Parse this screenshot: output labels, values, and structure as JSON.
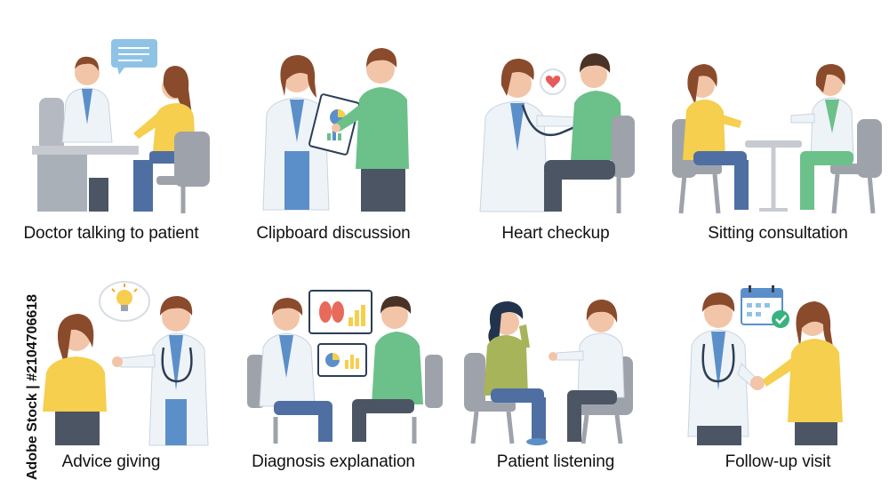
{
  "scenes": [
    {
      "caption": "Doctor talking to patient"
    },
    {
      "caption": "Clipboard discussion"
    },
    {
      "caption": "Heart checkup"
    },
    {
      "caption": "Sitting consultation"
    },
    {
      "caption": "Advice giving"
    },
    {
      "caption": "Diagnosis explanation"
    },
    {
      "caption": "Patient listening"
    },
    {
      "caption": "Follow-up visit"
    }
  ],
  "watermark": "Adobe Stock | #2104706618",
  "colors": {
    "skin": "#f2c5a8",
    "hair_brown": "#8a4b2c",
    "hair_dark": "#4a3326",
    "coat": "#eef3f8",
    "scrub": "#5b8fc9",
    "green": "#6cc08a",
    "yellow": "#f5cf4d",
    "grey_chair": "#9ea3ab",
    "pants_dark": "#4c5563",
    "jeans": "#4f6fa3"
  }
}
